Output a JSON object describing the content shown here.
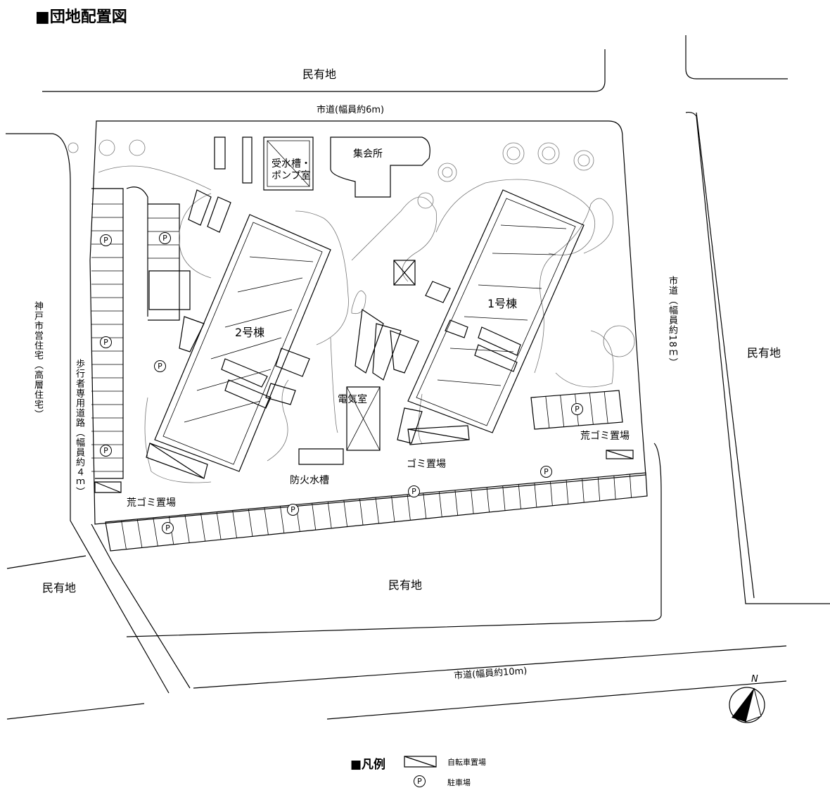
{
  "title": "■団地配置図",
  "labels": {
    "private_land": "民有地",
    "city_road_6m": "市道(幅員約6m)",
    "city_road_18m": "市道（幅員約18ｍ）",
    "city_road_10m": "市道(幅員約10m)",
    "kobe_housing": "神戸市営住宅（高層住宅）",
    "pedestrian_road": "歩行者専用道路（幅員約４ｍ）",
    "water_tank": "受水槽・",
    "pump_room": "ポンプ室",
    "meeting_hall": "集会所",
    "building_1": "1号棟",
    "building_2": "2号棟",
    "electric_room": "電気室",
    "fire_tank": "防火水槽",
    "garbage": "ゴミ置場",
    "bulky_garbage": "荒ゴミ置場",
    "parking_mark": "P",
    "north": "N"
  },
  "legend": {
    "title": "■凡例",
    "bicycle": "自転車置場",
    "parking": "駐車場",
    "parking_mark": "P"
  }
}
